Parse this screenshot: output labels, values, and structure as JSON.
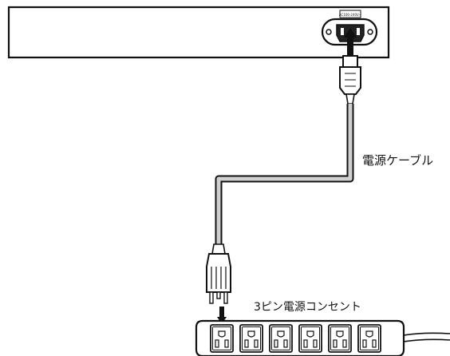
{
  "device": {
    "inlet_rating": "AC100-240V~"
  },
  "labels": {
    "power_cable": "電源ケーブル",
    "three_pin_outlet": "3ピン電源コンセント"
  },
  "power_strip": {
    "outlet_count": 6
  },
  "colors": {
    "line": "#111111",
    "background": "#ffffff",
    "cable_fill": "#d0d0d0"
  }
}
